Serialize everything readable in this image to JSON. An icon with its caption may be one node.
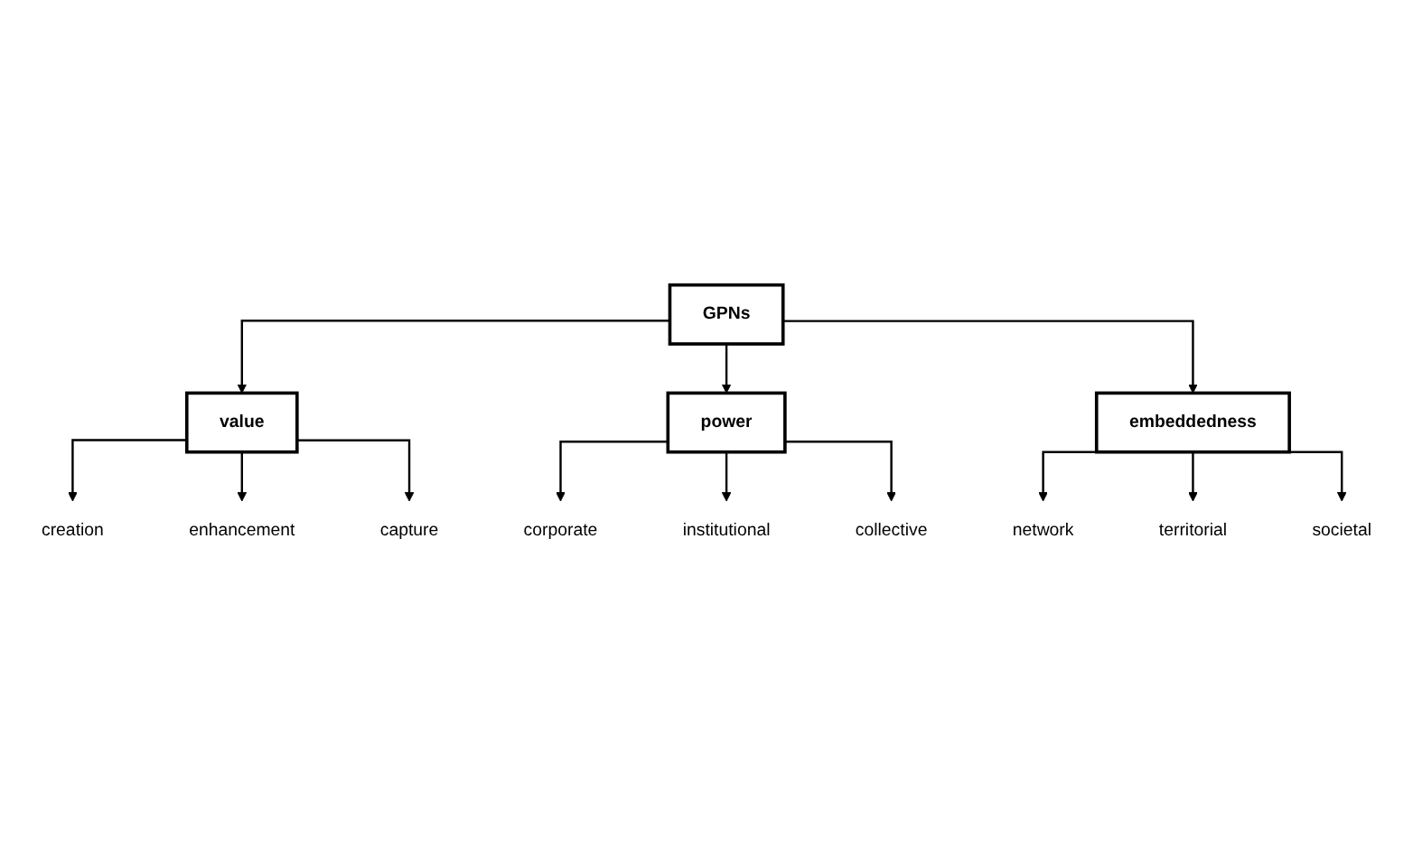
{
  "diagram": {
    "nodes": [
      {
        "text": [
          "GPNs"
        ]
      },
      {
        "text": [
          "value"
        ]
      },
      {
        "text": [
          "power"
        ]
      },
      {
        "text": [
          "embeddedness"
        ]
      },
      {
        "text": [
          "creation"
        ]
      },
      {
        "text": [
          "enhancement"
        ]
      },
      {
        "text": [
          "capture"
        ]
      },
      {
        "text": [
          "corporate"
        ]
      },
      {
        "text": [
          "institutional"
        ]
      },
      {
        "text": [
          "collective"
        ]
      },
      {
        "text": [
          "network"
        ]
      },
      {
        "text": [
          "territorial"
        ]
      },
      {
        "text": [
          "societal"
        ]
      }
    ],
    "edges": [
      {
        "from": 0,
        "to": 1,
        "arrow": "to"
      },
      {
        "from": 0,
        "to": 2,
        "arrow": "to"
      },
      {
        "from": 0,
        "to": 3,
        "arrow": "to"
      },
      {
        "from": 1,
        "to": 4,
        "arrow": "to"
      },
      {
        "from": 1,
        "to": 5,
        "arrow": "to"
      },
      {
        "from": 1,
        "to": 6,
        "arrow": "to"
      },
      {
        "from": 2,
        "to": 7,
        "arrow": "to"
      },
      {
        "from": 2,
        "to": 8,
        "arrow": "to"
      },
      {
        "from": 2,
        "to": 9,
        "arrow": "to"
      },
      {
        "from": 3,
        "to": 10,
        "arrow": "to"
      },
      {
        "from": 3,
        "to": 11,
        "arrow": "to"
      },
      {
        "from": 3,
        "to": 12,
        "arrow": "to"
      }
    ]
  }
}
